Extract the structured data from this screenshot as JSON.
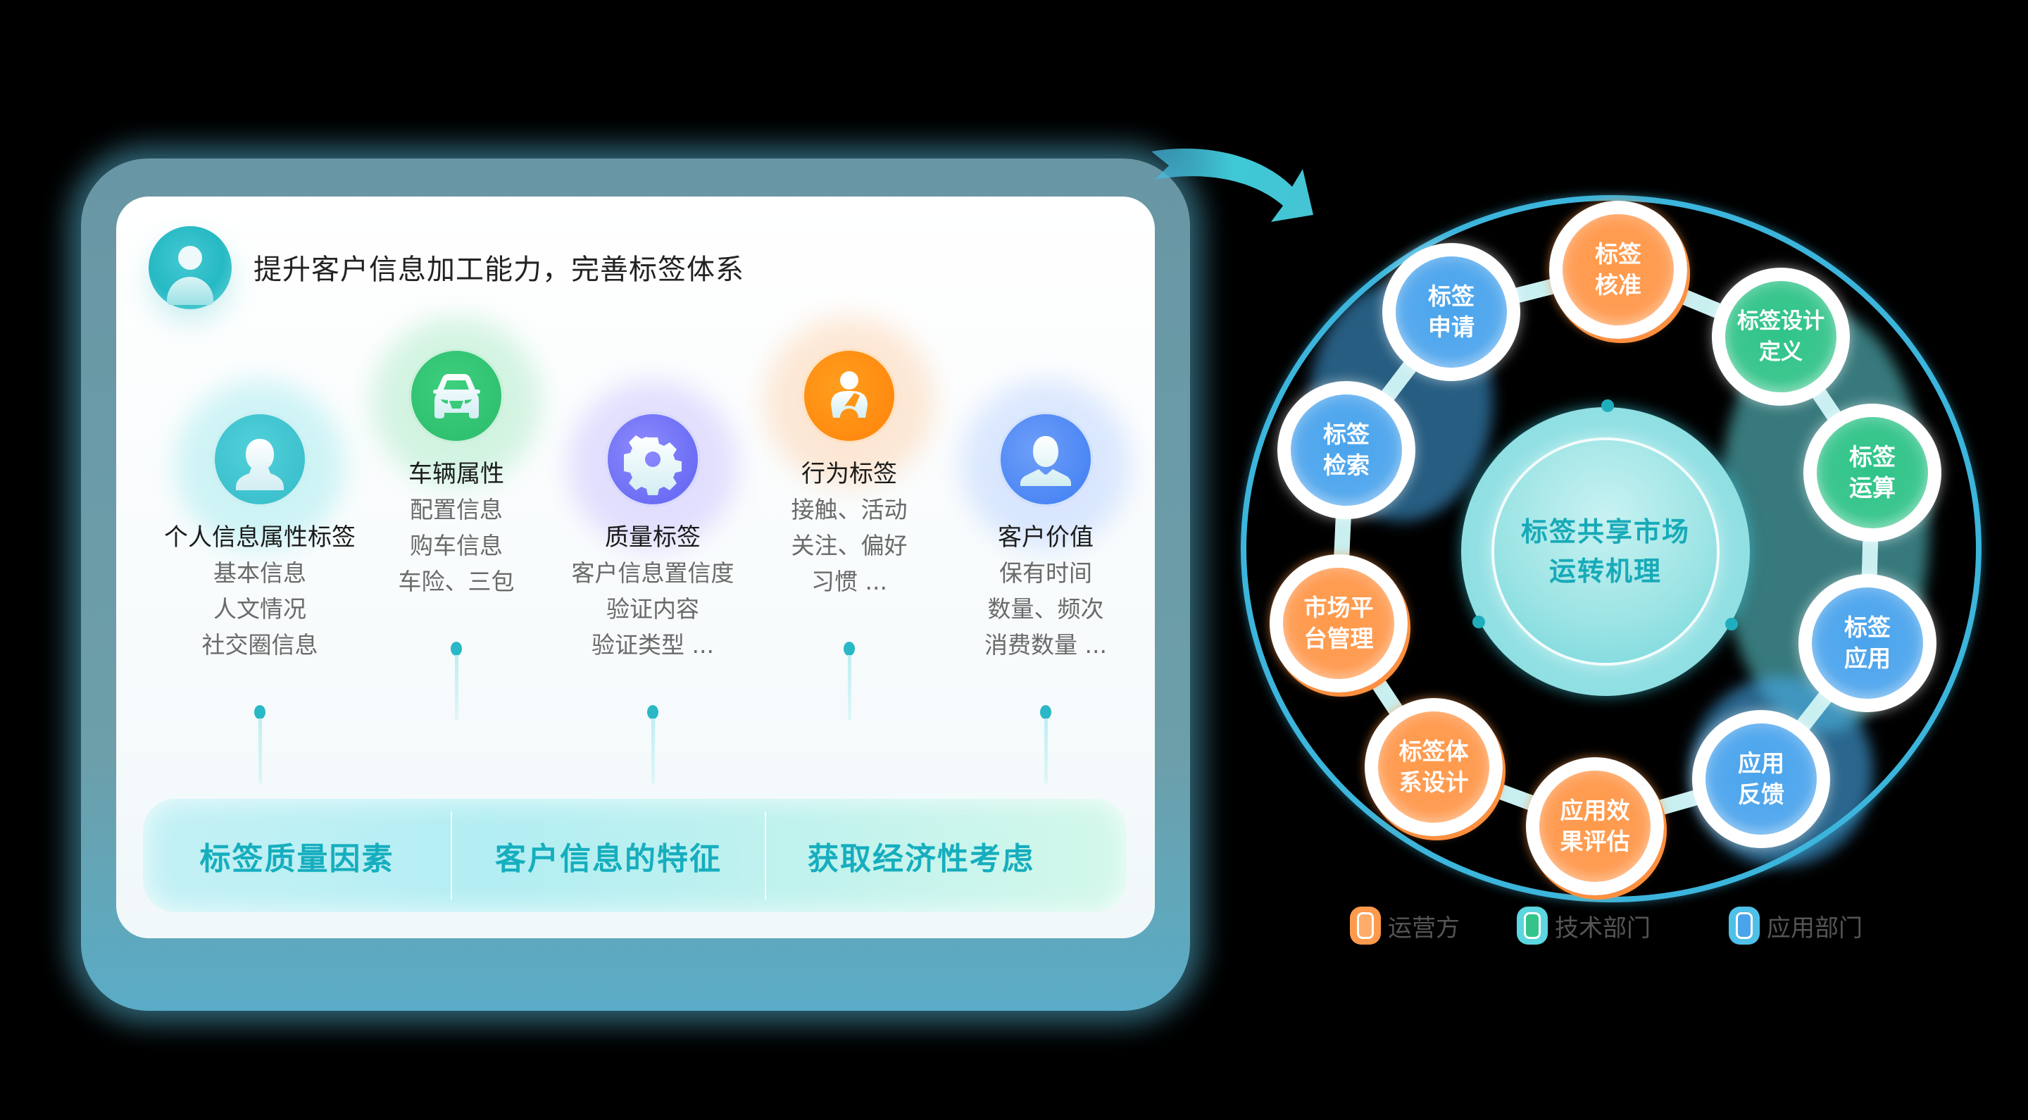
{
  "card": {
    "title": "提升客户信息加工能力，完善标签体系",
    "title_icon": "user-icon",
    "columns": [
      {
        "title": "个人信息属性标签",
        "lines": [
          "基本信息",
          "人文情况",
          "社交圈信息"
        ],
        "icon": "person-icon",
        "color": "#3ec4cf"
      },
      {
        "title": "车辆属性",
        "lines": [
          "配置信息",
          "购车信息",
          "车险、三包"
        ],
        "icon": "car-icon",
        "color": "#33c274"
      },
      {
        "title": "质量标签",
        "lines": [
          "客户信息置信度",
          "验证内容",
          "验证类型 ..."
        ],
        "icon": "gear-icon",
        "color": "#6a6cf4"
      },
      {
        "title": "行为标签",
        "lines": [
          "接触、活动",
          "关注、偏好",
          "习惯 ..."
        ],
        "icon": "driver-icon",
        "color": "#ff8a10"
      },
      {
        "title": "客户价值",
        "lines": [
          "保有时间",
          "数量、频次",
          "消费数量 ..."
        ],
        "icon": "businessman-icon",
        "color": "#4a86f4"
      }
    ],
    "factors": [
      "标签质量因素",
      "客户信息的特征",
      "获取经济性考虑"
    ]
  },
  "diagram": {
    "center": {
      "line1": "标签共享市场",
      "line2": "运转机理"
    },
    "nodes": [
      {
        "line1": "标签",
        "line2": "核准",
        "group": "orange"
      },
      {
        "line1": "标签设计",
        "line2": "定义",
        "group": "green"
      },
      {
        "line1": "标签",
        "line2": "运算",
        "group": "green"
      },
      {
        "line1": "标签",
        "line2": "应用",
        "group": "blue"
      },
      {
        "line1": "应用",
        "line2": "反馈",
        "group": "blue"
      },
      {
        "line1": "应用效",
        "line2": "果评估",
        "group": "orange"
      },
      {
        "line1": "标签体",
        "line2": "系设计",
        "group": "orange"
      },
      {
        "line1": "市场平",
        "line2": "台管理",
        "group": "orange"
      },
      {
        "line1": "标签",
        "line2": "检索",
        "group": "blue"
      },
      {
        "line1": "标签",
        "line2": "申请",
        "group": "blue"
      }
    ],
    "legend": [
      {
        "label": "运营方",
        "color": "#ff9a4d"
      },
      {
        "label": "技术部门",
        "color": "#34c489"
      },
      {
        "label": "应用部门",
        "color": "#4aa4ec"
      }
    ]
  },
  "colors": {
    "teal_accent": "#16aebe",
    "orange": "#ff9a4d",
    "green": "#34c489",
    "blue": "#4aa4ec",
    "ring": "#3cb5dc"
  }
}
